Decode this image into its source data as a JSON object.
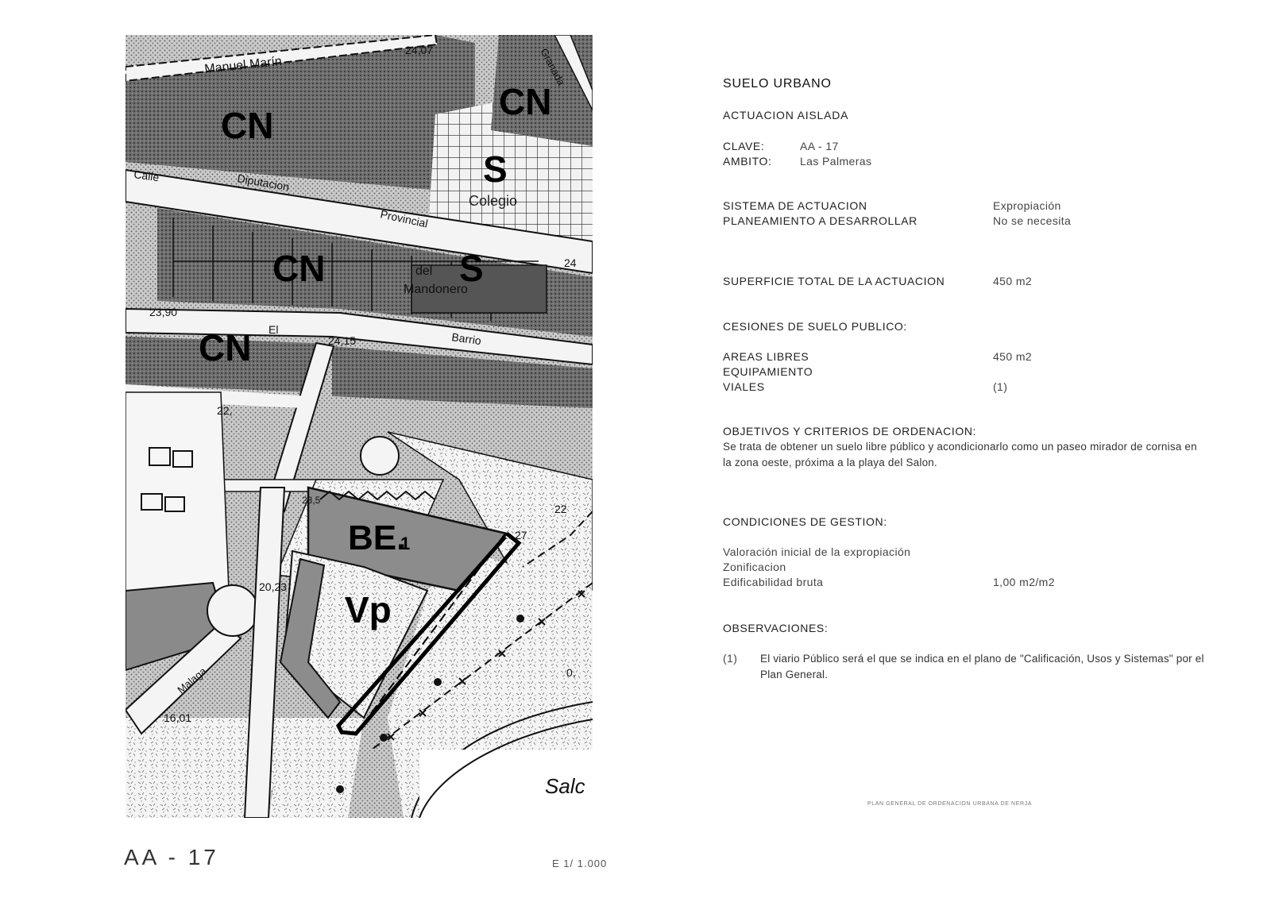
{
  "map": {
    "streets": {
      "manuel_marin": "Manuel     Marín",
      "granada": "Granada",
      "calle": "Calle",
      "diputacion": "Diputacion",
      "provincial": "Provincial",
      "el": "El",
      "barrio": "Barrio",
      "malaga": "Malaga",
      "salon": "Salc"
    },
    "zones": {
      "cn1": "CN",
      "cn2": "CN",
      "cn3": "CN",
      "cn4": "CN",
      "s1": "S",
      "s2": "S",
      "be": "BE.",
      "be_sub": "1",
      "vp": "Vp"
    },
    "places": {
      "colegio": "Colegio",
      "del": "del",
      "mandonero": "Mandonero"
    },
    "elevations": {
      "e1": "24,07",
      "e2": "23,90",
      "e3": "24,15",
      "e4": "22,",
      "e5": "24",
      "e6": "20,23",
      "e7": "16,01",
      "e8": "22",
      "e9": "27",
      "e10": "0,",
      "e11": "23,5"
    }
  },
  "sheet": {
    "code": "AA - 17",
    "scale": "E 1/ 1.000",
    "footer": "PLAN GENERAL DE ORDENACION URBANA DE NERJA"
  },
  "ficha": {
    "title": "SUELO URBANO",
    "subtitle": "ACTUACION AISLADA",
    "clave_label": "CLAVE:",
    "clave_value": "AA - 17",
    "ambito_label": "AMBITO:",
    "ambito_value": "Las Palmeras",
    "sistema_label": "SISTEMA DE ACTUACION",
    "sistema_value": "Expropiación",
    "planeamiento_label": "PLANEAMIENTO A DESARROLLAR",
    "planeamiento_value": "No se necesita",
    "superficie_label": "SUPERFICIE TOTAL DE LA ACTUACION",
    "superficie_value": "450 m2",
    "cesiones_label": "CESIONES DE SUELO PUBLICO:",
    "areas_label": "AREAS LIBRES",
    "areas_value": "450 m2",
    "equipamiento_label": "EQUIPAMIENTO",
    "viales_label": "VIALES",
    "viales_value": "(1)",
    "objetivos_label": "OBJETIVOS Y CRITERIOS DE ORDENACION:",
    "objetivos_text": "Se trata de obtener un suelo libre público y acondicionarlo como un paseo mirador de cornisa en la zona oeste, próxima a la playa del Salon.",
    "condiciones_label": "CONDICIONES DE GESTION:",
    "valoracion_label": "Valoración inicial de la expropiación",
    "zonificacion_label": "Zonificacion",
    "edificabilidad_label": "Edificabilidad bruta",
    "edificabilidad_value": "1,00 m2/m2",
    "observaciones_label": "OBSERVACIONES:",
    "obs_num": "(1)",
    "obs_text": "El viario Público será el que se indica  en el plano de \"Calificación, Usos y Sistemas\" por el Plan General."
  }
}
